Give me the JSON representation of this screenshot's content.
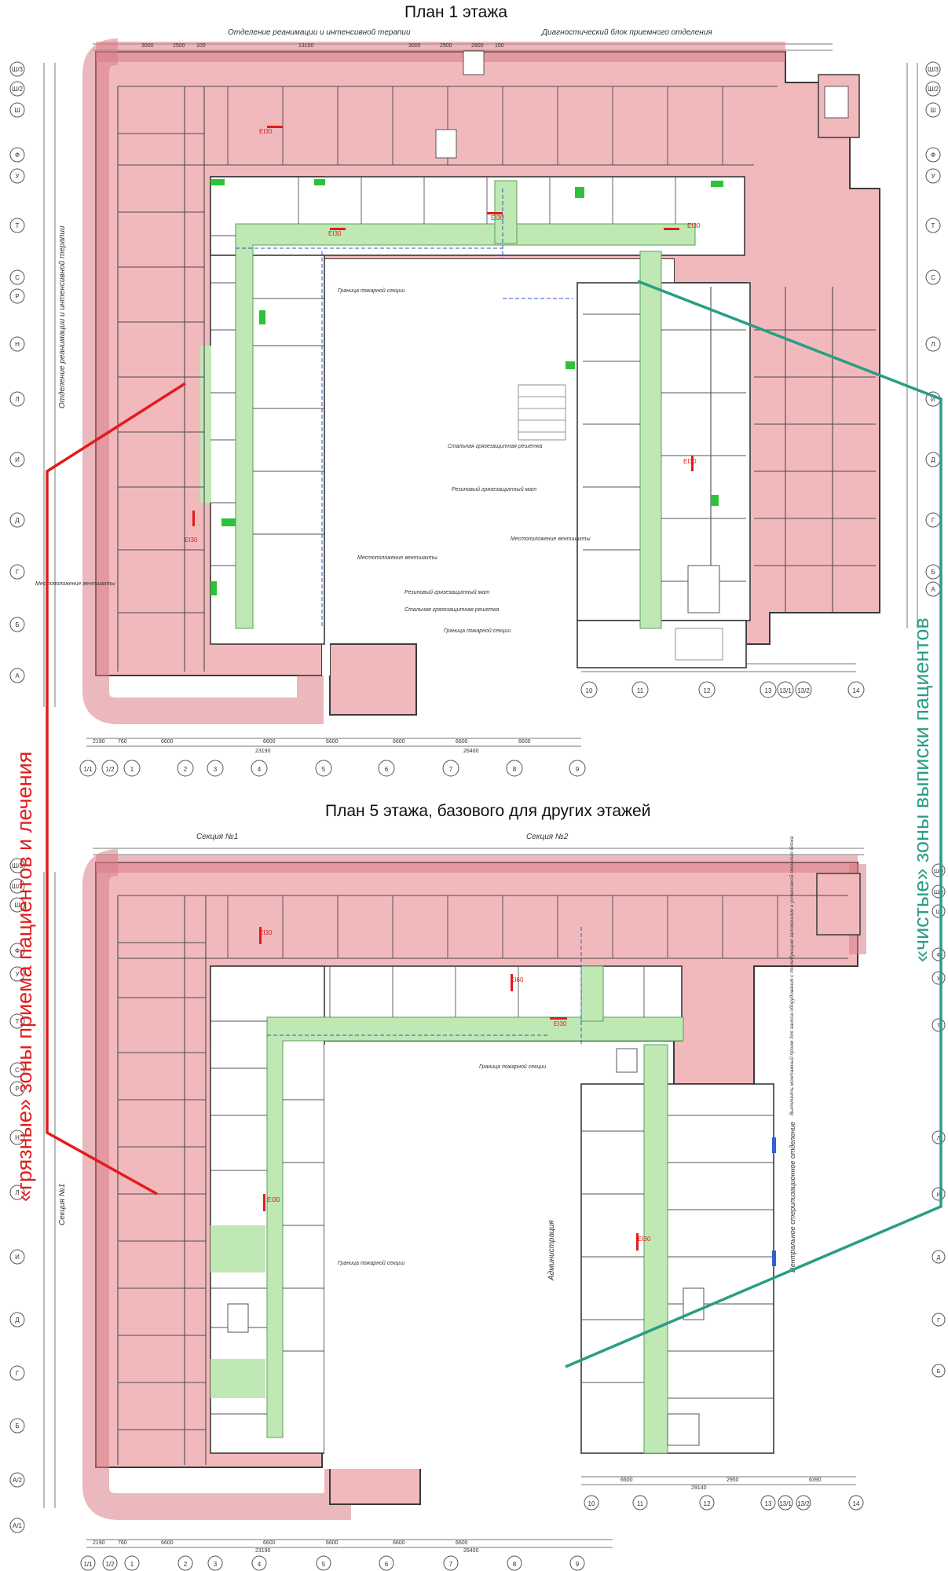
{
  "plans": [
    {
      "title": "План 1 этажа",
      "departments": [
        "Отделение реанимации и интенсивной терапии",
        "Диагностический блок приемного отделения"
      ],
      "notes": [
        "Граница пожарной секции",
        "Стальная грязезащитная решетка",
        "Резиновый грязезащитный мат",
        "Местоположение вентшахты"
      ],
      "row_axes": [
        "Ш/3",
        "Ш/2",
        "Ш",
        "Ф",
        "У",
        "Т",
        "С",
        "Р",
        "Н",
        "Л",
        "И",
        "Д",
        "Г",
        "Б",
        "А"
      ],
      "col_axes": [
        "1/1",
        "1/2",
        "1",
        "2",
        "3",
        "4",
        "5",
        "6",
        "7",
        "8",
        "9",
        "10",
        "11",
        "12",
        "13",
        "13/1",
        "13/2",
        "14"
      ],
      "dims_bottom": [
        "2190",
        "760",
        "6600",
        "6600",
        "6600",
        "6600",
        "6600",
        "6600",
        "26400",
        "23190"
      ],
      "dims_top": [
        "3000",
        "2500",
        "100",
        "13100",
        "3000",
        "2500",
        "2900",
        "100"
      ]
    },
    {
      "title": "План 5 этажа,  базового для других этажей",
      "sections": [
        "Секция №1",
        "Секция №2"
      ],
      "departments": [
        "Администрация",
        "Центральное стерилизационное отделение"
      ],
      "notes": [
        "Граница пожарной секции",
        "Выполнить монтажный проем для заноса оборудования с последующим заложением и установкой оконного блока"
      ],
      "row_axes": [
        "Ш/3",
        "Ш/2",
        "Ш",
        "Ф",
        "У",
        "Т",
        "С",
        "Р",
        "Н",
        "Л",
        "И",
        "Д",
        "Г",
        "Б",
        "А/2",
        "А/1"
      ],
      "col_axes": [
        "1/1",
        "1/2",
        "1",
        "2",
        "3",
        "4",
        "5",
        "6",
        "7",
        "8",
        "9",
        "10",
        "11",
        "12",
        "13",
        "13/1",
        "13/2",
        "14"
      ],
      "dims_bottom": [
        "2190",
        "760",
        "6600",
        "6600",
        "6600",
        "6600",
        "6600",
        "26400",
        "23190",
        "29140",
        "6600",
        "2950",
        "6390"
      ]
    }
  ],
  "fire_labels": [
    "EI30",
    "EI60"
  ],
  "annotations": {
    "dirty": {
      "label": "«грязные» зоны приема пациентов и лечения",
      "color": "#e31b1b"
    },
    "clean": {
      "label": "«чистые» зоны выписки пациентов",
      "color": "#2a9d84"
    }
  },
  "colors": {
    "dirty_fill": "#f2b9bd",
    "clean_fill": "#bfe8b4",
    "wall": "#3a3a3a",
    "line": "#6a6a6a"
  }
}
